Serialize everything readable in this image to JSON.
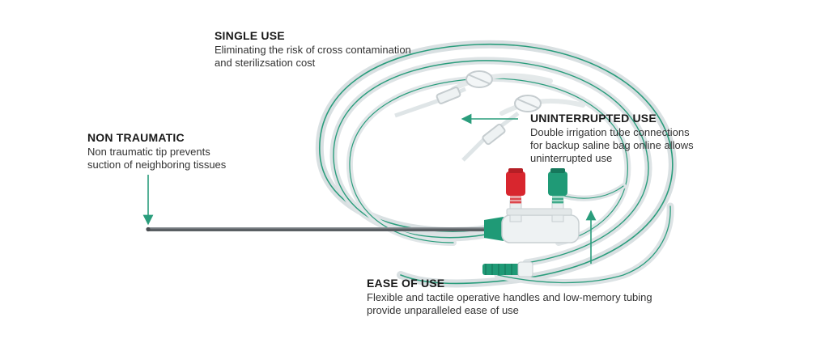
{
  "callouts": {
    "single_use": {
      "title": "SINGLE USE",
      "lines": [
        "Eliminating the risk of cross contamination",
        "and sterilizsation cost"
      ]
    },
    "non_traumatic": {
      "title": "NON TRAUMATIC",
      "lines": [
        "Non traumatic tip prevents",
        "suction of neighboring tissues"
      ]
    },
    "uninterrupted": {
      "title": "UNINTERRUPTED USE",
      "lines": [
        "Double irrigation tube connections",
        "for backup saline bag online allows",
        "uninterrupted use"
      ]
    },
    "ease_of_use": {
      "title": "EASE OF USE",
      "lines": [
        "Flexible and tactile operative handles and low-memory tubing",
        "provide unparalleled ease of use"
      ]
    }
  },
  "colors": {
    "accent": "#2a9d7c",
    "valve_red": "#d8262e",
    "valve_green": "#1f9a76",
    "tube": "#cfd6d8",
    "probe": "#5a5f63"
  }
}
